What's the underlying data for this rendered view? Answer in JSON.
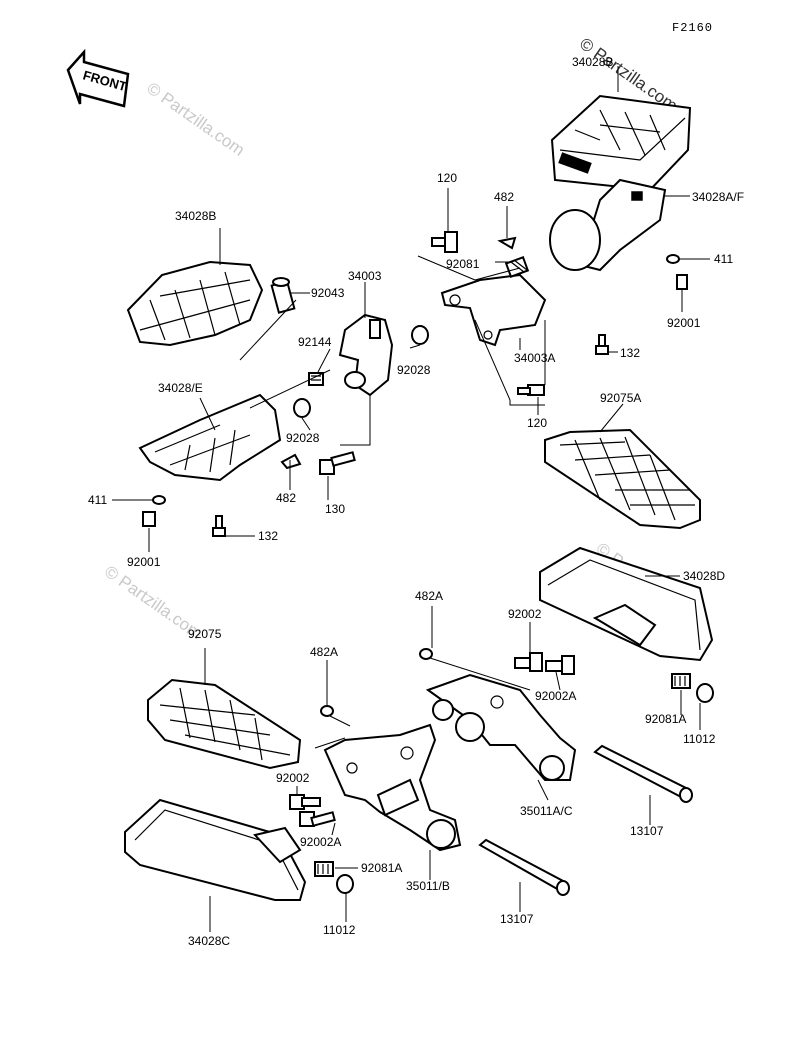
{
  "diagram_code": "F2160",
  "front_arrow_label": "FRONT",
  "watermark": "© Partzilla.com",
  "parts": {
    "p34028B_right": "34028B",
    "p34028AF": "34028A/F",
    "p411_right": "411",
    "p92001_right": "92001",
    "p132_right": "132",
    "p120_top": "120",
    "p482_top": "482",
    "p92081_top": "92081",
    "p34003A": "34003A",
    "p120_mid": "120",
    "p92075A": "92075A",
    "p34028B_left": "34028B",
    "p92043": "92043",
    "p34003": "34003",
    "p92144": "92144",
    "p92028_right": "92028",
    "p34028E": "34028/E",
    "p92028_left": "92028",
    "p482_left": "482",
    "p411_left": "411",
    "p130": "130",
    "p132_left": "132",
    "p92001_left": "92001",
    "p34028D": "34028D",
    "p482A_upper": "482A",
    "p92002_upper": "92002",
    "p92002A_upper": "92002A",
    "p92081A_right": "92081A",
    "p11012_right": "11012",
    "p35011AC": "35011A/C",
    "p13107_right": "13107",
    "p92075": "92075",
    "p482A_lower": "482A",
    "p92002_lower": "92002",
    "p92002A_lower": "92002A",
    "p92081A_lower": "92081A",
    "p35011B": "35011/B",
    "p11012_lower": "11012",
    "p13107_lower": "13107",
    "p34028C": "34028C"
  }
}
